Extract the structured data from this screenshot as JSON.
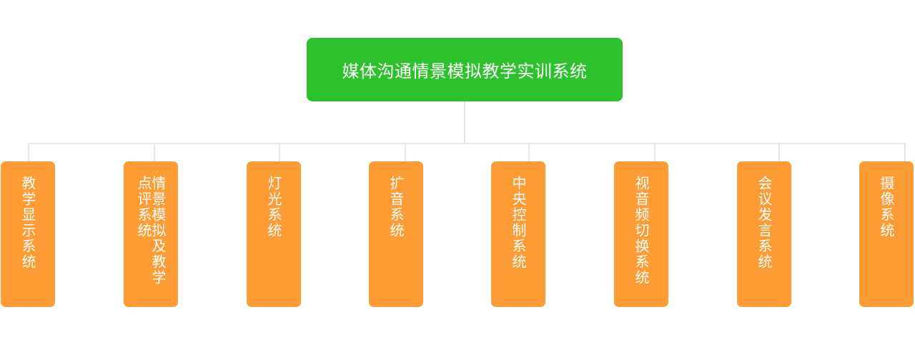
{
  "root": {
    "label": "媒体沟通情景模拟教学实训系统"
  },
  "children": [
    {
      "label": "教学显示系统"
    },
    {
      "label": "情景模拟及教学点评系统"
    },
    {
      "label": "灯光系统"
    },
    {
      "label": "扩音系统"
    },
    {
      "label": "中央控制系统"
    },
    {
      "label": "视音频切换系统"
    },
    {
      "label": "会议发言系统"
    },
    {
      "label": "摄像系统"
    }
  ],
  "colors": {
    "root_fill": "#2ec12e",
    "child_fill": "#fd9b34",
    "connector": "#cccccc",
    "text": "#ffffff"
  }
}
